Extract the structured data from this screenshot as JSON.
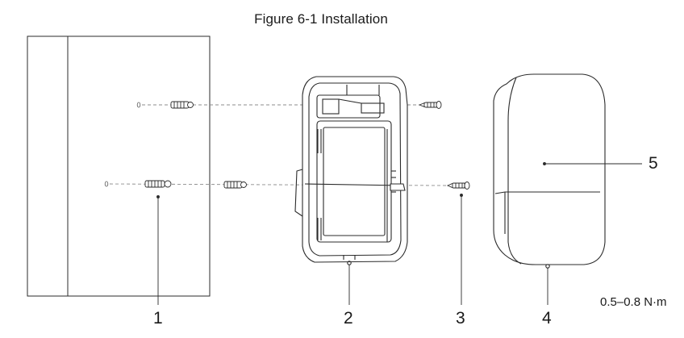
{
  "figure": {
    "title": "Figure 6-1 Installation",
    "torque": "0.5–0.8 N·m"
  },
  "callouts": [
    {
      "id": "1",
      "label": "1"
    },
    {
      "id": "2",
      "label": "2"
    },
    {
      "id": "3",
      "label": "3"
    },
    {
      "id": "4",
      "label": "4"
    },
    {
      "id": "5",
      "label": "5"
    }
  ],
  "colors": {
    "line": "#2b2b2b",
    "dash": "#8c8c8c",
    "device_fill": "#fafafa"
  }
}
